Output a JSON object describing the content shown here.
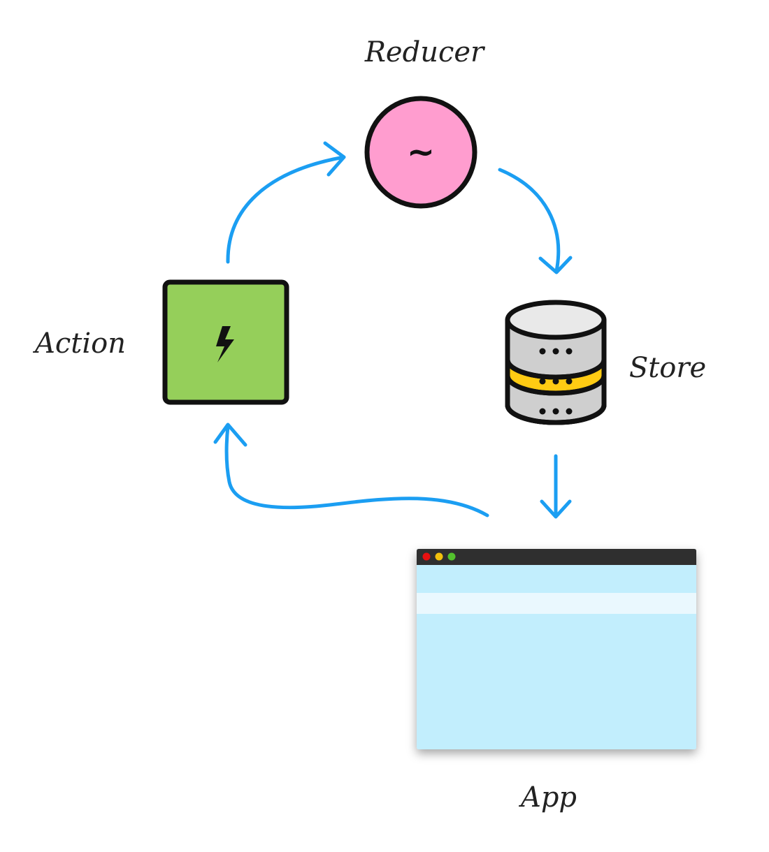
{
  "nodes": {
    "reducer": {
      "label": "Reducer",
      "symbol": "~",
      "color": "#ff9dcf",
      "icon": "tilde-circle-icon"
    },
    "store": {
      "label": "Store",
      "icon": "database-icon",
      "top_color": "#e9e9e9",
      "band_color": "#cfcfcf",
      "highlight_color": "#ffcb13"
    },
    "action": {
      "label": "Action",
      "icon": "lightning-bolt-icon",
      "color": "#95cf5a"
    },
    "app": {
      "label": "App",
      "icon": "browser-window-icon",
      "titlebar_color": "#2f2f2f",
      "body_color": "#c2eefd",
      "stripe_color": "#eaf8fe",
      "dots": [
        "#e81010",
        "#f2c10d",
        "#53c12d"
      ]
    }
  },
  "edges": [
    {
      "from": "action",
      "to": "reducer"
    },
    {
      "from": "reducer",
      "to": "store"
    },
    {
      "from": "store",
      "to": "app"
    },
    {
      "from": "app",
      "to": "action"
    }
  ],
  "colors": {
    "arrow": "#1b9ef2",
    "outline": "#111111"
  }
}
